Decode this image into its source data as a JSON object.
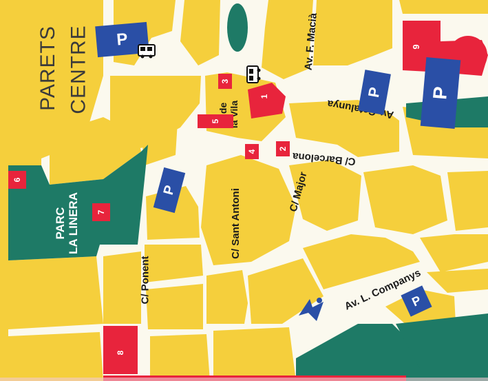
{
  "title": {
    "line1": "PARETS",
    "line2": "CENTRE"
  },
  "park": {
    "line1": "PARC",
    "line2": "LA LINERA"
  },
  "streets": {
    "ponent": "C/ Ponent",
    "sant_antoni": "C/ Sant Antoni",
    "major": "C/ Major",
    "barcelona": "C/ Barcelona",
    "catalunya": "Av. Catalunya",
    "macia": "Av. F. Macià",
    "companys": "Av. L. Companys",
    "placa": "Pl. de\nla Vila"
  },
  "markers": [
    "1",
    "2",
    "3",
    "4",
    "5",
    "6",
    "7",
    "8",
    "9"
  ],
  "parking_label": "P",
  "colors": {
    "yellow": "#f5cf3c",
    "green": "#1e7a66",
    "red": "#e8243c",
    "blue": "#2a4fa6",
    "road": "#fbf9ee"
  }
}
